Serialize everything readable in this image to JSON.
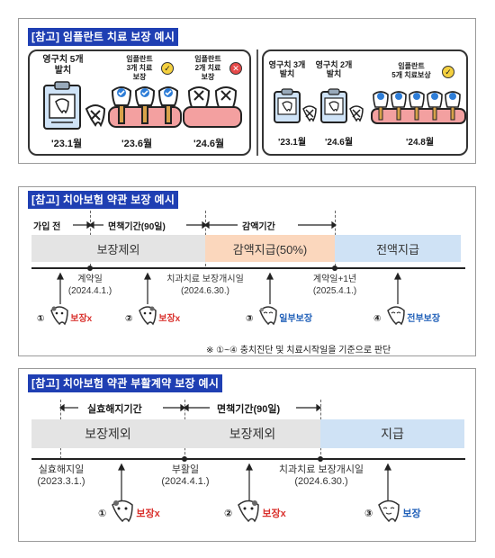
{
  "panel1": {
    "title": "[참고] 임플란트 치료 보장 예시",
    "left": {
      "labels": [
        {
          "line1": "영구치 5개",
          "line2": "발치"
        },
        {
          "line1": "임플란트",
          "line2": "3개 치료",
          "line3": "보장"
        },
        {
          "line1": "임플란트",
          "line2": "2개 치료",
          "line3": "보장"
        }
      ],
      "dates": [
        "'23.1월",
        "'23.6월",
        "'24.6월"
      ]
    },
    "right": {
      "labels": [
        {
          "line1": "영구치 3개",
          "line2": "발치"
        },
        {
          "line1": "영구치 2개",
          "line2": "발치"
        },
        {
          "line1": "임플란트",
          "line2": "5개 치료보상"
        }
      ],
      "dates": [
        "'23.1월",
        "'24.6월",
        "'24.8월"
      ]
    }
  },
  "panel2": {
    "title": "[참고] 치아보험 약관 보장 예시",
    "periods": [
      "가입 전",
      "면책기간(90일)",
      "감액기간"
    ],
    "bars": [
      "보장제외",
      "감액지급(50%)",
      "전액지급"
    ],
    "axis": [
      {
        "line1": "계약일",
        "line2": "(2024.4.1.)"
      },
      {
        "line1": "치과치료 보장개시일",
        "line2": "(2024.6.30.)"
      },
      {
        "line1": "계약일+1년",
        "line2": "(2025.4.1.)"
      }
    ],
    "markers": [
      {
        "num": "①",
        "text": "보장x"
      },
      {
        "num": "②",
        "text": "보장x"
      },
      {
        "num": "③",
        "text": "일부보장"
      },
      {
        "num": "④",
        "text": "전부보장"
      }
    ],
    "note": "※ ①~④ 충치진단 및 치료시작일을 기준으로 판단"
  },
  "panel3": {
    "title": "[참고] 치아보험 약관 부활계약 보장 예시",
    "periods": [
      "실효해지기간",
      "면책기간(90일)"
    ],
    "bars": [
      "보장제외",
      "보장제외",
      "지급"
    ],
    "axis": [
      {
        "line1": "실효해지일",
        "line2": "(2023.3.1.)"
      },
      {
        "line1": "부활일",
        "line2": "(2024.4.1.)"
      },
      {
        "line1": "치과치료 보장개시일",
        "line2": "(2024.6.30.)"
      }
    ],
    "markers": [
      {
        "num": "①",
        "text": "보장x"
      },
      {
        "num": "②",
        "text": "보장x"
      },
      {
        "num": "③",
        "text": "보장"
      }
    ]
  },
  "colors": {
    "title_bg": "#1f3fb3",
    "gray_bar": "#e4e4e4",
    "orange_bar": "#fbd7bd",
    "blue_bar": "#cfe2f5",
    "red_text": "#d9302c",
    "blue_text": "#1f5fb8"
  }
}
